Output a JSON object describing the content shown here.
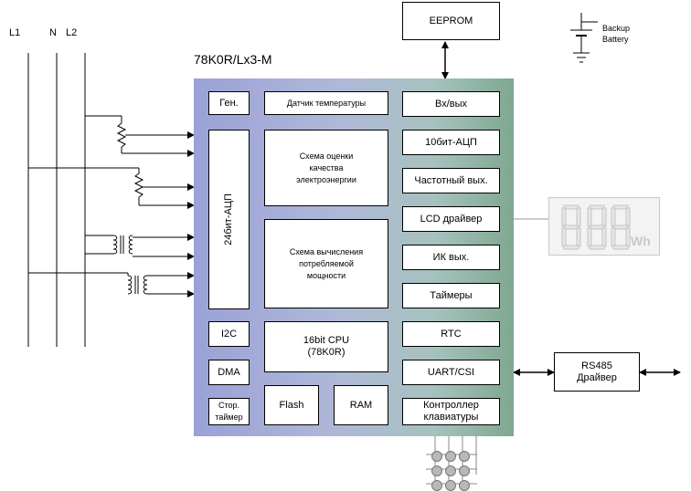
{
  "lines": {
    "l1": "L1",
    "n": "N",
    "l2": "L2"
  },
  "chip_title": "78K0R/Lx3-M",
  "blocks": {
    "gen": "Ген.",
    "temp_sensor": "Датчик температуры",
    "io": "Вх/вых",
    "adc24": "24бит-АЦП",
    "quality": "Схема оценки качества электроэнергии",
    "adc10": "10бит-АЦП",
    "freq_out": "Частотный вых.",
    "lcd_driver": "LCD драйвер",
    "power_calc": "Схема вычисления потребляемой мощности",
    "ir_out": "ИК вых.",
    "timers": "Таймеры",
    "i2c": "I2C",
    "cpu": "16bit CPU (78K0R)",
    "rtc": "RTC",
    "dma": "DMA",
    "uart": "UART/CSI",
    "watchdog": "Стор. таймер",
    "flash": "Flash",
    "ram": "RAM",
    "keyboard": "Контроллер клавиатуры"
  },
  "external": {
    "eeprom": "EEPROM",
    "backup": "Backup",
    "battery": "Battery",
    "rs485": "RS485 Драйвер",
    "lcd_unit": "Wh"
  }
}
